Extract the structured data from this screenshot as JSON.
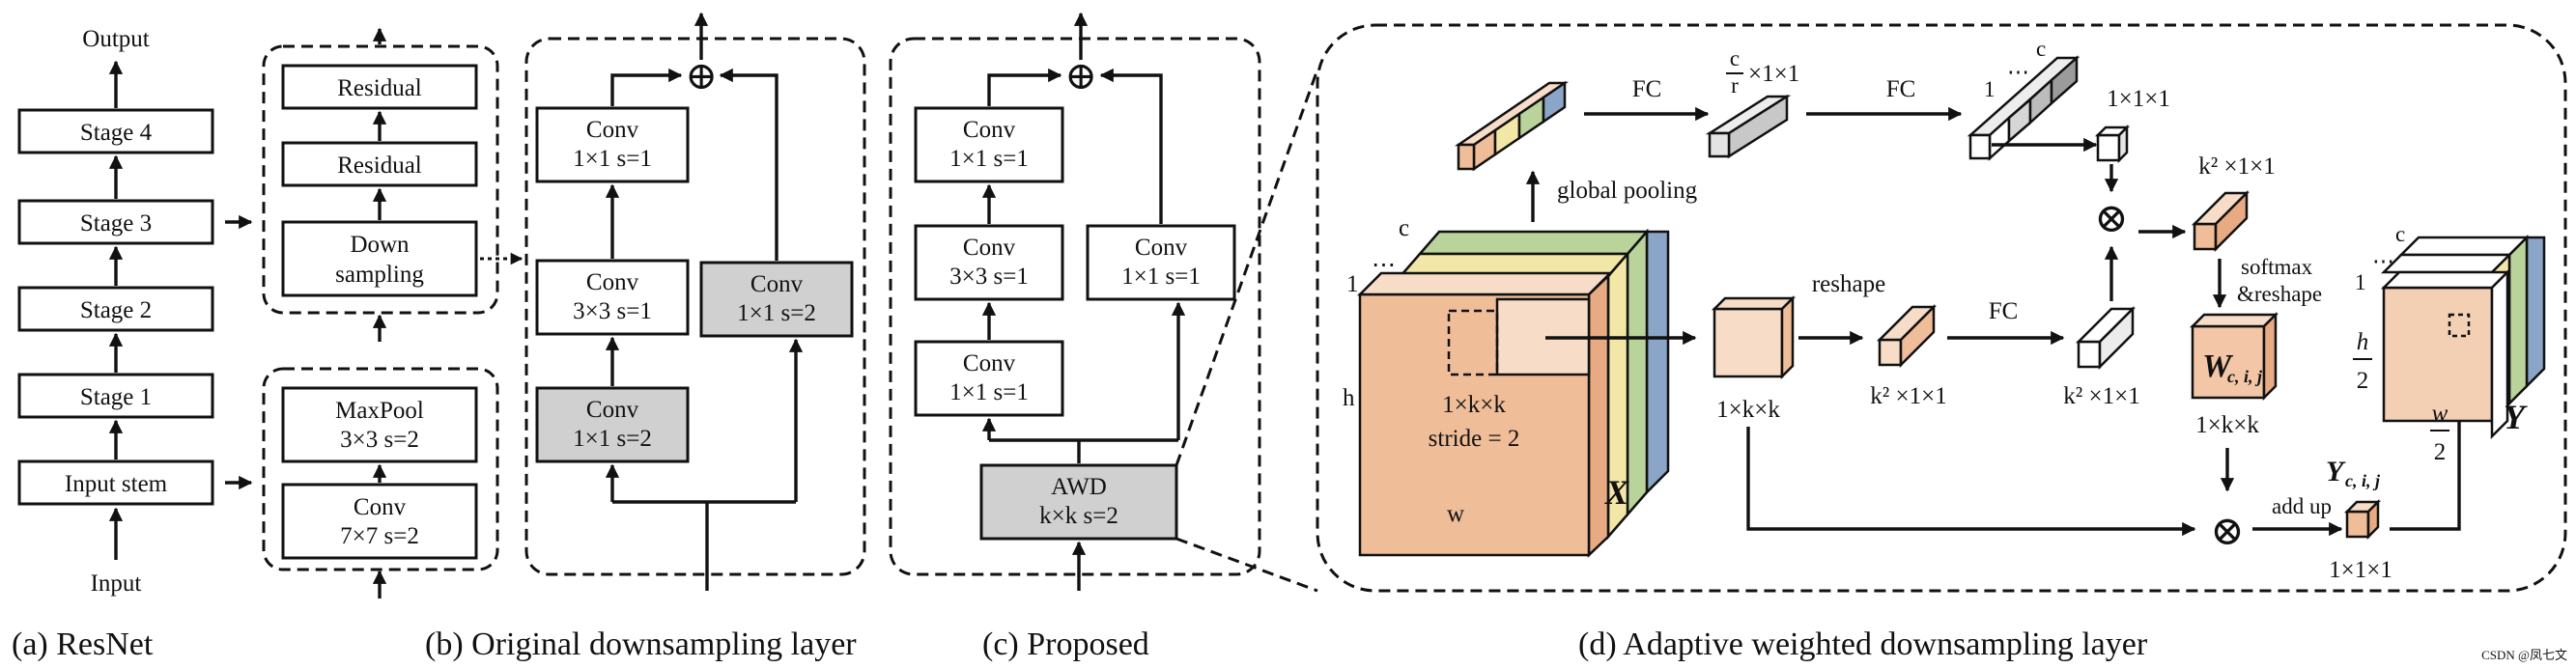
{
  "colors": {
    "peach": "#f0bd99",
    "peach_light": "#f7dcc8",
    "yellow": "#f3e7a7",
    "green": "#b9d39a",
    "blue": "#8aa5c7",
    "grey_box": "#d0d0d0",
    "grey_dark": "#9b9b9b"
  },
  "captions": {
    "a": "(a) ResNet",
    "b": "(b) Original downsampling layer",
    "c": "(c) Proposed",
    "d": "(d) Adaptive weighted downsampling layer"
  },
  "resnet": {
    "output": "Output",
    "input": "Input",
    "stages": [
      "Stage 4",
      "Stage 3",
      "Stage 2",
      "Stage 1",
      "Input stem"
    ],
    "stage_group": [
      "Residual",
      "Residual",
      "Down",
      "sampling"
    ],
    "stem_group": [
      "MaxPool",
      "3×3 s=2",
      "Conv",
      "7×7 s=2"
    ]
  },
  "original": {
    "conv_top": [
      "Conv",
      "1×1 s=1"
    ],
    "conv_mid": [
      "Conv",
      "3×3 s=1"
    ],
    "conv_bot": [
      "Conv",
      "1×1 s=2"
    ],
    "conv_side": [
      "Conv",
      "1×1 s=2"
    ],
    "plus": "⊕"
  },
  "proposed": {
    "conv_top": [
      "Conv",
      "1×1 s=1"
    ],
    "conv_mid": [
      "Conv",
      "3×3 s=1"
    ],
    "conv_bot": [
      "Conv",
      "1×1 s=1"
    ],
    "conv_side": [
      "Conv",
      "1×1 s=1"
    ],
    "awd": [
      "AWD",
      "k×k s=2"
    ],
    "plus": "⊕"
  },
  "awd": {
    "fc1": "FC",
    "fc2": "FC",
    "fc3": "FC",
    "c_over_r": [
      "c",
      "r",
      "×1×1"
    ],
    "one_by_one_a": "1×1×1",
    "global_pooling": "global pooling",
    "k2_a": "k² ×1×1",
    "k2_b": "k² ×1×1",
    "k2_c": "k² ×1×1",
    "reshape": "reshape",
    "softmax": [
      "softmax",
      "&reshape"
    ],
    "kernel": [
      "1×k×k",
      "stride = 2"
    ],
    "one_k_k_a": "1×k×k",
    "one_k_k_b": "1×k×k",
    "x_label": "X",
    "y_label": "Y",
    "w_label": "W",
    "w_sub": "c, i, j",
    "y_sub_label": "Y",
    "y_sub": "c, i, j",
    "add_up": "add up",
    "one_by_one_b": "1×1×1",
    "dim_h": "h",
    "dim_w": "w",
    "dim_c": "c",
    "dim_1": "1",
    "dots": "⋯",
    "h_half": [
      "h",
      "2"
    ],
    "w_half": [
      "w",
      "2"
    ],
    "otimes": "⊗"
  },
  "watermark": "CSDN @凤七文"
}
